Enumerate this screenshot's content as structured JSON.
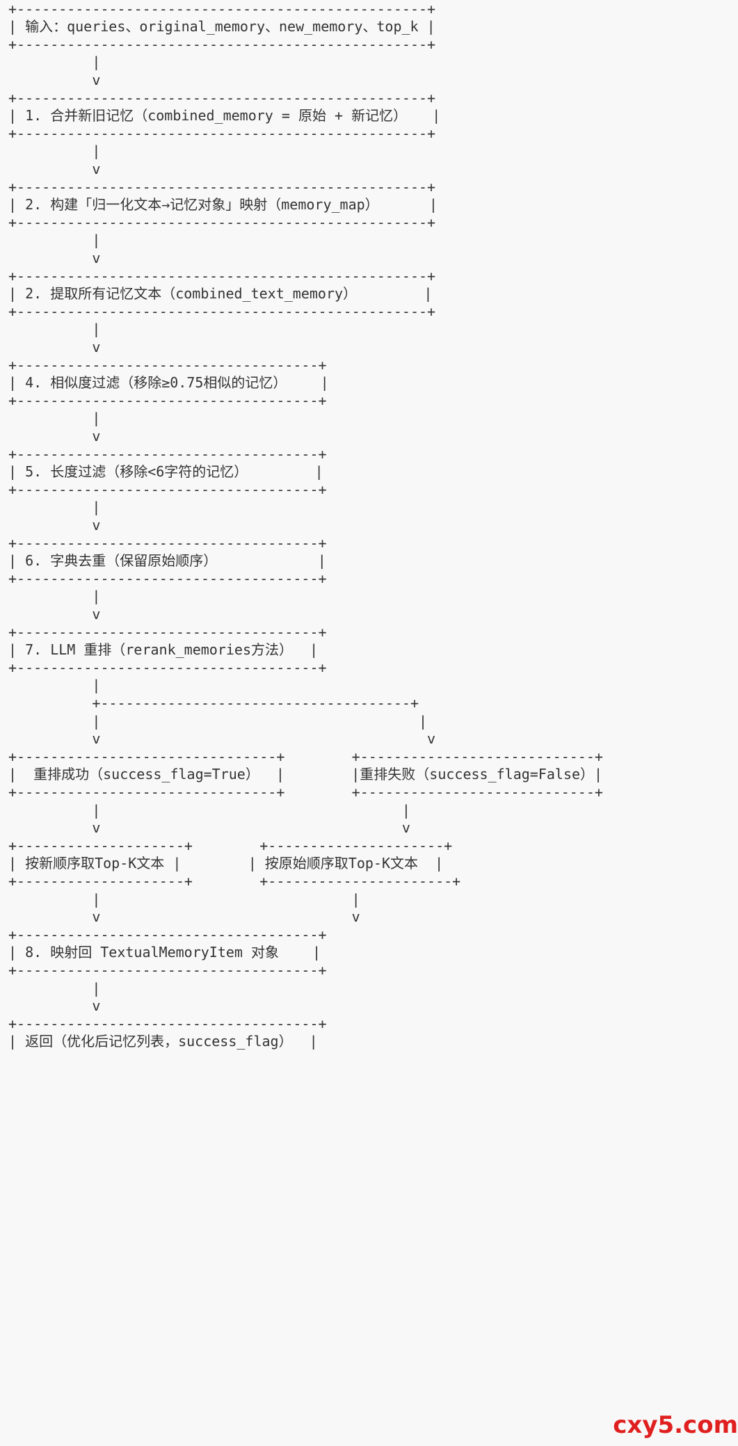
{
  "diagram": {
    "lines": [
      "+-------------------------------------------------+",
      "| 输入：queries、original_memory、new_memory、top_k |",
      "+-------------------------------------------------+",
      "          |",
      "          v",
      "+-------------------------------------------------+",
      "| 1. 合并新旧记忆（combined_memory = 原始 + 新记忆）   |",
      "+-------------------------------------------------+",
      "          |",
      "          v",
      "+-------------------------------------------------+",
      "| 2. 构建「归一化文本→记忆对象」映射（memory_map）      |",
      "+-------------------------------------------------+",
      "          |",
      "          v",
      "+-------------------------------------------------+",
      "| 2. 提取所有记忆文本（combined_text_memory）        |",
      "+-------------------------------------------------+",
      "          |",
      "          v",
      "+------------------------------------+",
      "| 4. 相似度过滤（移除≥0.75相似的记忆）    |",
      "+------------------------------------+",
      "          |",
      "          v",
      "+------------------------------------+",
      "| 5. 长度过滤（移除<6字符的记忆）        |",
      "+------------------------------------+",
      "          |",
      "          v",
      "+------------------------------------+",
      "| 6. 字典去重（保留原始顺序）            |",
      "+------------------------------------+",
      "          |",
      "          v",
      "+------------------------------------+",
      "| 7. LLM 重排（rerank_memories方法）  |",
      "+------------------------------------+",
      "          |",
      "          +-------------------------------------+",
      "          |                                      |",
      "          v                                       v",
      "+-------------------------------+        +----------------------------+",
      "|  重排成功（success_flag=True）  |        |重排失败（success_flag=False）|",
      "+-------------------------------+        +----------------------------+",
      "          |                                    |",
      "          v                                    v",
      "+--------------------+        +---------------------+",
      "| 按新顺序取Top-K文本 |        | 按原始顺序取Top-K文本  |",
      "+--------------------+        +----------------------+",
      "          |                              |",
      "          v                              v",
      "+------------------------------------+",
      "| 8. 映射回 TextualMemoryItem 对象    |",
      "+------------------------------------+",
      "          |",
      "          v",
      "+------------------------------------+",
      "| 返回（优化后记忆列表，success_flag）  |",
      "+------------------------------------+"
    ]
  },
  "watermark": {
    "text": "cxy5.com",
    "color": "#e01f1f"
  }
}
